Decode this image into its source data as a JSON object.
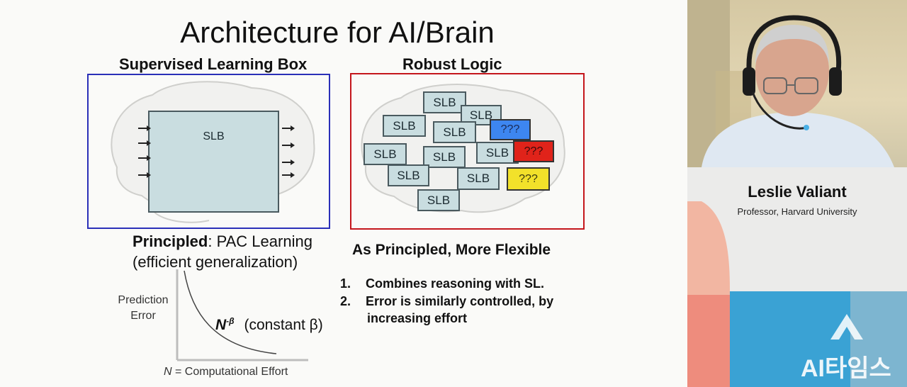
{
  "slide": {
    "title": "Architecture for AI/Brain",
    "left_heading": "Supervised Learning Box",
    "right_heading": "Robust Logic",
    "big_box_label": "SLB",
    "slb_label": "SLB",
    "unknown_label": "???",
    "principled_bold": "Principled",
    "principled_rest": ": PAC Learning",
    "principled_sub": "(efficient generalization)",
    "flexible_heading": "As Principled, More Flexible",
    "list": [
      {
        "num": "1.",
        "text": "Combines reasoning with SL."
      },
      {
        "num": "2.",
        "text": "Error is similarly controlled, by"
      },
      {
        "num": "",
        "text": "increasing effort"
      }
    ],
    "plot": {
      "ylabel_line1": "Prediction",
      "ylabel_line2": "Error",
      "curve_label_base": "N",
      "curve_label_exp": "-β",
      "curve_label_note": "(constant β)",
      "xlabel_var": "N",
      "xlabel_rest": " = Computational Effort"
    },
    "colors": {
      "left_box_border": "#2a2fb8",
      "right_box_border": "#c4161c",
      "slb_fill": "#c9dde0",
      "blue_block": "#3d86f0",
      "red_block": "#e0231a",
      "yellow_block": "#f2e12a"
    }
  },
  "speaker": {
    "name": "Leslie Valiant",
    "affiliation": "Professor, Harvard University"
  },
  "watermark": {
    "text": "AI타임스"
  }
}
